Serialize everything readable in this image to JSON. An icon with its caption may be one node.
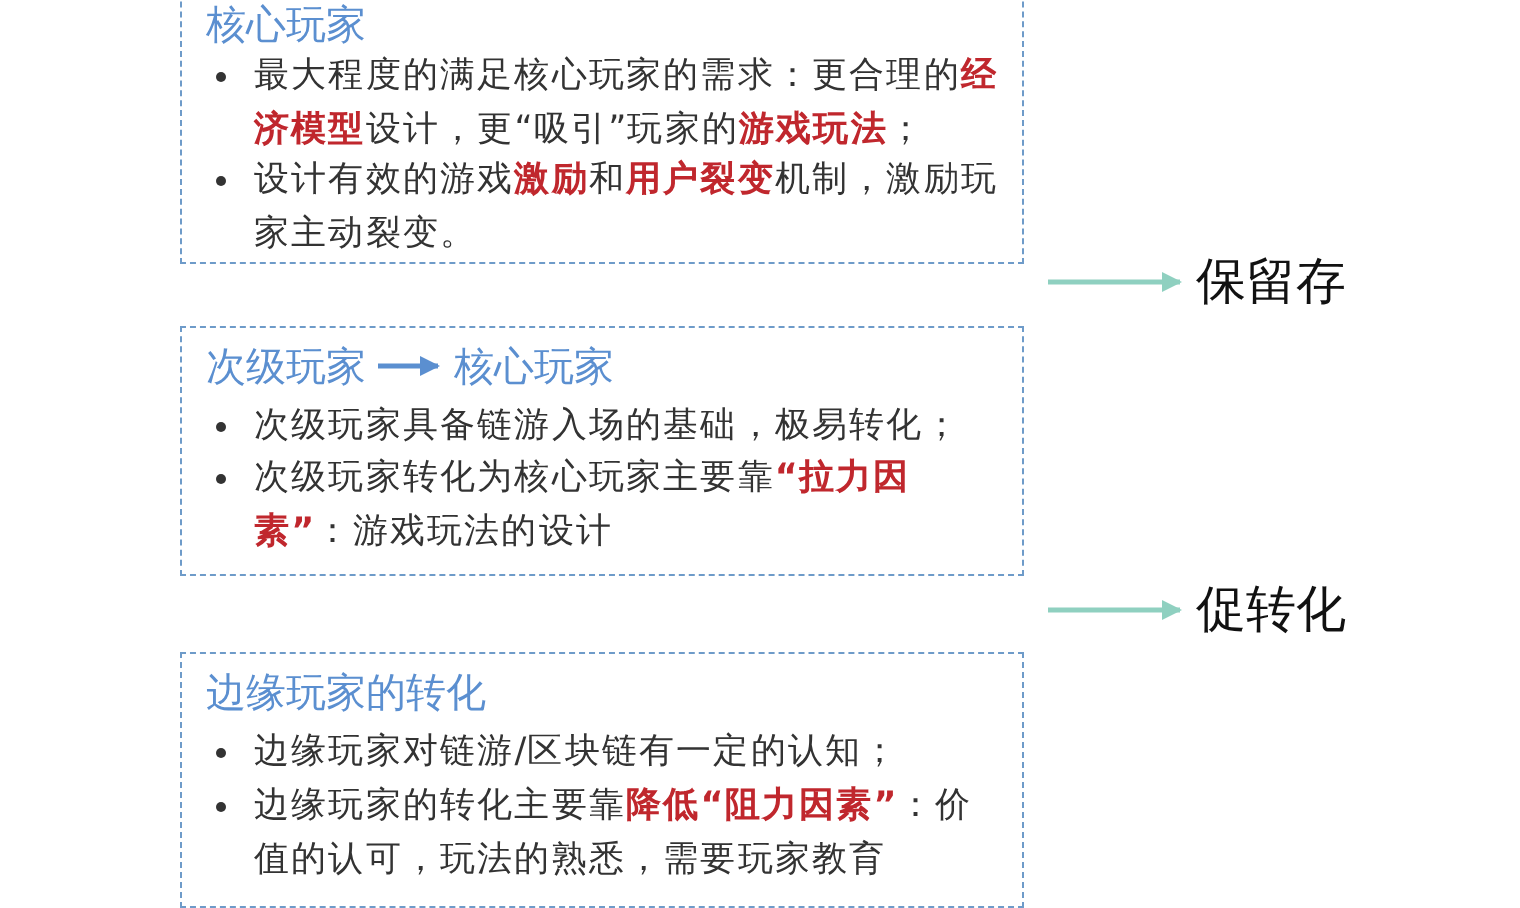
{
  "diagram": {
    "nodes": [
      {
        "text": [
          "核心玩家",
          "最大程度的满足核心玩家的需求：更合理的**经济模型**设计，更“吸引”玩家的**游戏玩法**；",
          "设计有效的游戏**激励**和**用户裂变**机制，激励玩家主动裂变。"
        ]
      },
      {
        "text": [
          "保留存"
        ]
      },
      {
        "text": [
          "次级玩家具备链游入场的基础，极易转化；",
          "次级玩家转化为核心玩家主要靠**“拉力因素”**：游戏玩法的设计"
        ]
      },
      {
        "text": [
          "次级玩家"
        ],
        "in": 2
      },
      {
        "text": [
          "核心玩家"
        ],
        "in": 2
      },
      {
        "text": [
          "促转化"
        ]
      },
      {
        "text": [
          "边缘玩家的转化",
          "边缘玩家对链游/区块链有一定的认知；",
          "边缘玩家的转化主要靠**降低“阻力因素”**：价值的认可，玩法的熟悉，需要玩家教育"
        ]
      }
    ],
    "edges": [
      {
        "from": null,
        "to": 1,
        "arrow": "to"
      },
      {
        "from": 3,
        "to": 4,
        "arrow": "to",
        "color": "#5b8fd0"
      },
      {
        "from": null,
        "to": 5,
        "arrow": "to"
      }
    ]
  }
}
